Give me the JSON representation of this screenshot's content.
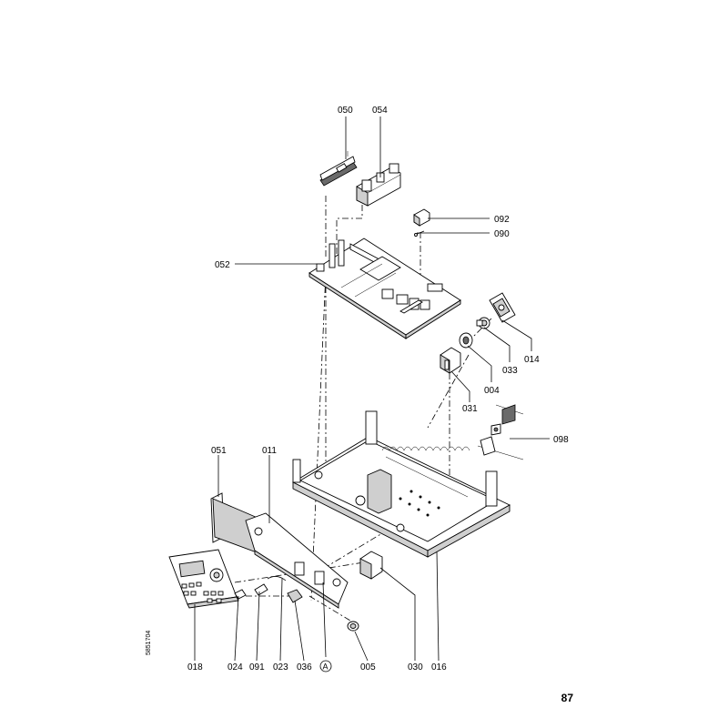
{
  "page_number": "87",
  "drawing_code": "5851704",
  "callouts": {
    "c050": "050",
    "c054": "054",
    "c092": "092",
    "c090": "090",
    "c052": "052",
    "c014": "014",
    "c033": "033",
    "c004": "004",
    "c031": "031",
    "c098": "098",
    "c051": "051",
    "c011": "011",
    "c018": "018",
    "c024": "024",
    "c091": "091",
    "c023": "023",
    "c036": "036",
    "cA": "A",
    "c005": "005",
    "c030": "030",
    "c016": "016"
  }
}
